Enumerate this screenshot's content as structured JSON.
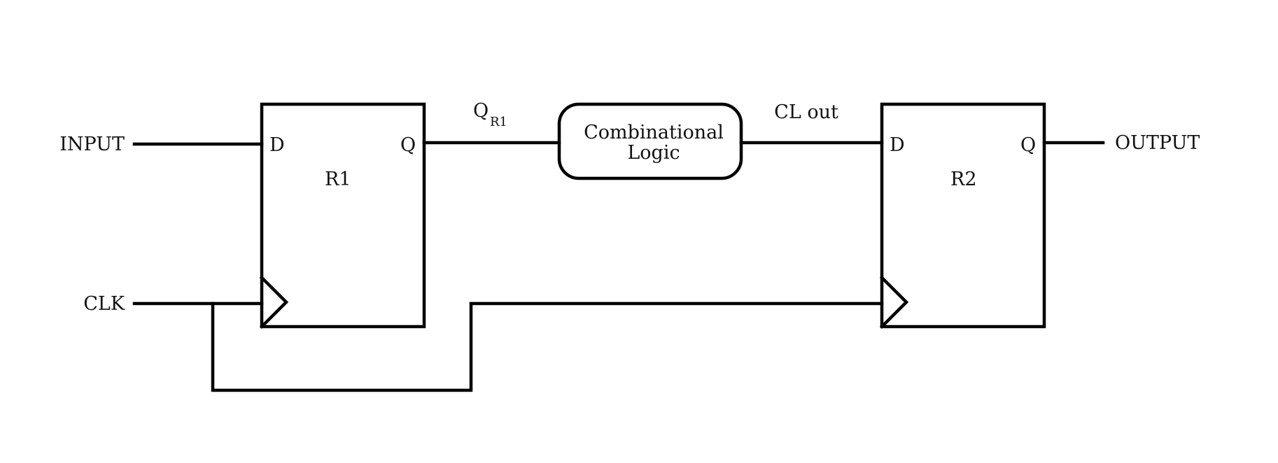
{
  "signals": {
    "input": "INPUT",
    "clk": "CLK",
    "output": "OUTPUT",
    "q_r1_main": "Q",
    "q_r1_sub": "R1",
    "cl_out": "CL out"
  },
  "registers": [
    {
      "name": "R1",
      "d_pin": "D",
      "q_pin": "Q"
    },
    {
      "name": "R2",
      "d_pin": "D",
      "q_pin": "Q"
    }
  ],
  "logic": {
    "line1": "Combinational",
    "line2": "Logic"
  },
  "colors": {
    "stroke": "#000000",
    "background": "#ffffff"
  }
}
